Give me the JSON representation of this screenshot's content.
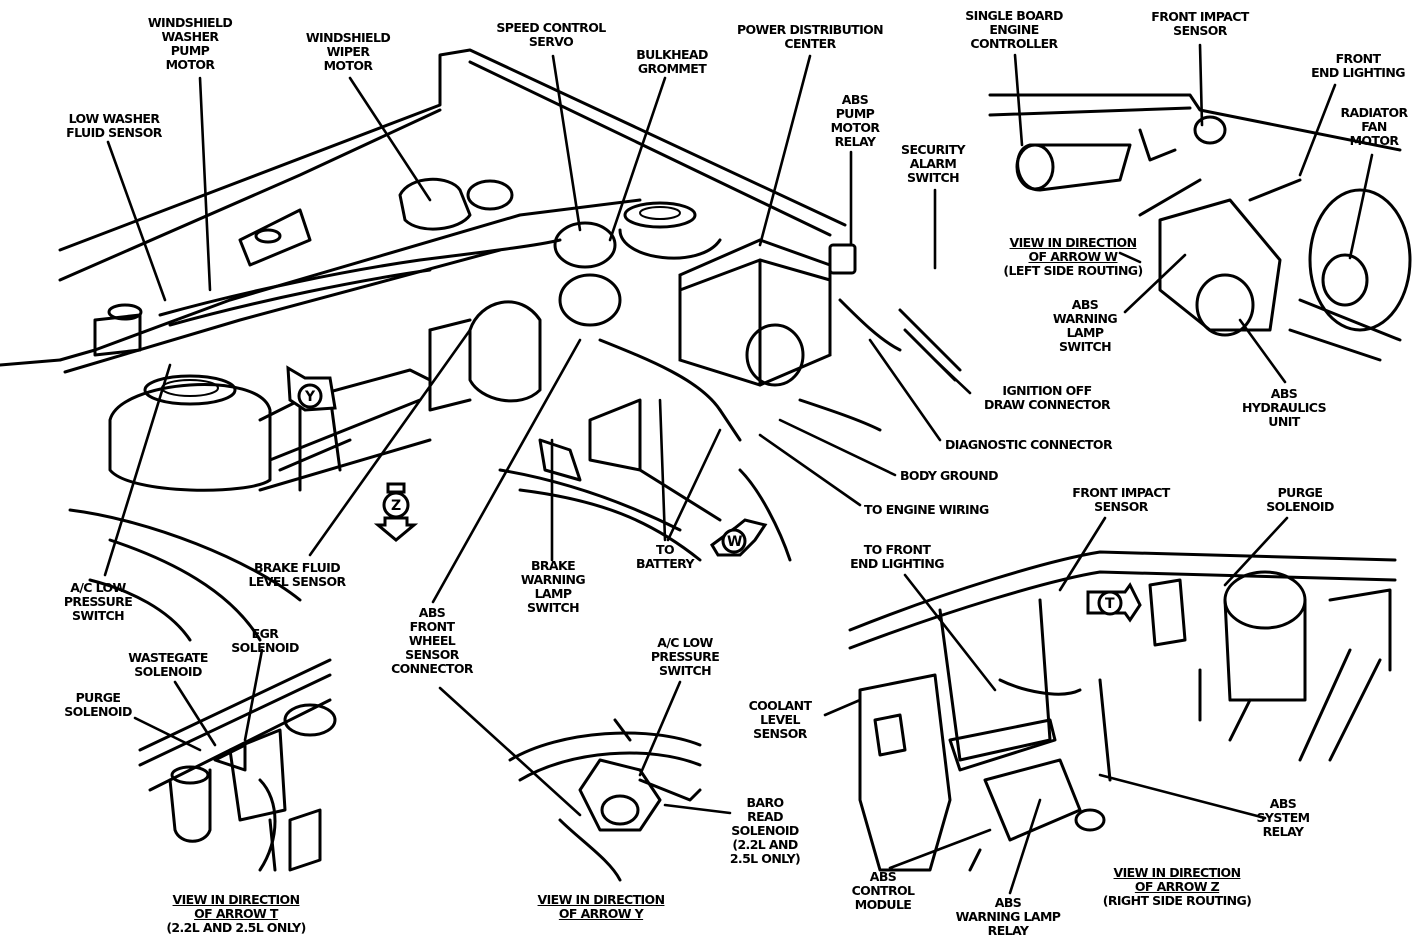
{
  "diagram": {
    "type": "engine-compartment-component-locator",
    "colors": {
      "ink": "#000000",
      "paper": "#ffffff"
    },
    "main_view_labels": [
      {
        "id": "windshield-washer-pump-motor",
        "text": "WINDSHIELD\nWASHER\nPUMP\nMOTOR"
      },
      {
        "id": "windshield-wiper-motor",
        "text": "WINDSHIELD\nWIPER\nMOTOR"
      },
      {
        "id": "low-washer-fluid-sensor",
        "text": "LOW WASHER\nFLUID SENSOR"
      },
      {
        "id": "speed-control-servo",
        "text": "SPEED CONTROL\nSERVO"
      },
      {
        "id": "bulkhead-grommet",
        "text": "BULKHEAD\nGROMMET"
      },
      {
        "id": "power-distribution-center",
        "text": "POWER DISTRIBUTION\nCENTER"
      },
      {
        "id": "abs-pump-motor-relay",
        "text": "ABS\nPUMP\nMOTOR\nRELAY"
      },
      {
        "id": "security-alarm-switch",
        "text": "SECURITY\nALARM\nSWITCH"
      },
      {
        "id": "ignition-off-draw-connector",
        "text": "IGNITION OFF\nDRAW CONNECTOR"
      },
      {
        "id": "diagnostic-connector",
        "text": "DIAGNOSTIC CONNECTOR"
      },
      {
        "id": "body-ground",
        "text": "BODY GROUND"
      },
      {
        "id": "to-engine-wiring",
        "text": "TO ENGINE WIRING"
      },
      {
        "id": "to-battery",
        "text": "TO\nBATTERY"
      },
      {
        "id": "brake-warning-lamp-switch",
        "text": "BRAKE\nWARNING\nLAMP\nSWITCH"
      },
      {
        "id": "abs-front-wheel-sensor-connector",
        "text": "ABS\nFRONT\nWHEEL\nSENSOR\nCONNECTOR"
      },
      {
        "id": "brake-fluid-level-sensor",
        "text": "BRAKE FLUID\nLEVEL SENSOR"
      },
      {
        "id": "ac-low-pressure-switch-main",
        "text": "A/C LOW\nPRESSURE\nSWITCH"
      }
    ],
    "view_w": {
      "caption": "VIEW IN DIRECTION\nOF ARROW W",
      "subcaption": "(LEFT SIDE ROUTING)",
      "labels": [
        {
          "id": "single-board-engine-controller",
          "text": "SINGLE BOARD\nENGINE\nCONTROLLER"
        },
        {
          "id": "front-impact-sensor-w",
          "text": "FRONT IMPACT\nSENSOR"
        },
        {
          "id": "front-end-lighting",
          "text": "FRONT\nEND LIGHTING"
        },
        {
          "id": "radiator-fan-motor",
          "text": "RADIATOR\nFAN\nMOTOR"
        },
        {
          "id": "abs-warning-lamp-switch",
          "text": "ABS\nWARNING\nLAMP\nSWITCH"
        },
        {
          "id": "abs-hydraulics-unit",
          "text": "ABS\nHYDRAULICS\nUNIT"
        }
      ]
    },
    "view_t": {
      "caption": "VIEW IN DIRECTION\nOF ARROW T",
      "subcaption": "(2.2L AND 2.5L ONLY)",
      "labels": [
        {
          "id": "egr-solenoid",
          "text": "EGR\nSOLENOID"
        },
        {
          "id": "wastegate-solenoid",
          "text": "WASTEGATE\nSOLENOID"
        },
        {
          "id": "purge-solenoid-t",
          "text": "PURGE\nSOLENOID"
        }
      ]
    },
    "view_y": {
      "caption": "VIEW IN DIRECTION\nOF ARROW Y",
      "labels": [
        {
          "id": "ac-low-pressure-switch-y",
          "text": "A/C LOW\nPRESSURE\nSWITCH"
        },
        {
          "id": "baro-read-solenoid",
          "text": "BARO\nREAD\nSOLENOID\n(2.2L AND\n2.5L ONLY)"
        }
      ]
    },
    "view_z": {
      "caption": "VIEW IN DIRECTION\nOF ARROW Z",
      "subcaption": "(RIGHT SIDE ROUTING)",
      "labels": [
        {
          "id": "front-impact-sensor-z",
          "text": "FRONT IMPACT\nSENSOR"
        },
        {
          "id": "purge-solenoid-z",
          "text": "PURGE\nSOLENOID"
        },
        {
          "id": "to-front-end-lighting",
          "text": "TO FRONT\nEND LIGHTING"
        },
        {
          "id": "coolant-level-sensor",
          "text": "COOLANT\nLEVEL\nSENSOR"
        },
        {
          "id": "abs-system-relay",
          "text": "ABS\nSYSTEM\nRELAY"
        },
        {
          "id": "abs-control-module",
          "text": "ABS\nCONTROL\nMODULE"
        },
        {
          "id": "abs-warning-lamp-relay",
          "text": "ABS\nWARNING LAMP\nRELAY"
        }
      ]
    },
    "view_arrows": [
      {
        "id": "arrow-y",
        "letter": "Y"
      },
      {
        "id": "arrow-z",
        "letter": "Z"
      },
      {
        "id": "arrow-w",
        "letter": "W"
      },
      {
        "id": "arrow-t",
        "letter": "T"
      }
    ]
  }
}
